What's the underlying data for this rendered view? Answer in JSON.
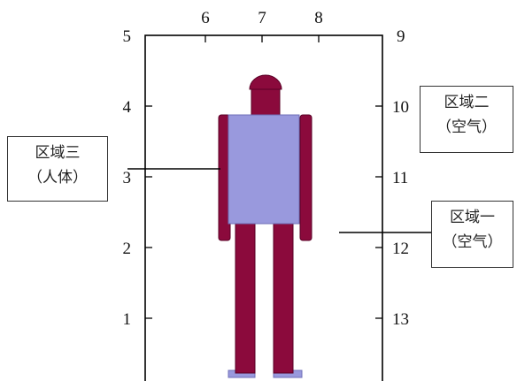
{
  "axes": {
    "top_ticks": [
      "6",
      "7",
      "8"
    ],
    "left_ticks": [
      "5",
      "4",
      "3",
      "2",
      "1"
    ],
    "right_ticks": [
      "9",
      "10",
      "11",
      "12",
      "13"
    ]
  },
  "callouts": {
    "region_three": {
      "line1": "区域三",
      "line2": "（人体）"
    },
    "region_two": {
      "line1": "区域二",
      "line2": "（空气）"
    },
    "region_one": {
      "line1": "区域一",
      "line2": "（空气）"
    }
  },
  "colors": {
    "body": "#8b0a3c",
    "body_outline": "#5a0026",
    "torso": "#9999dd",
    "torso_outline": "#6f6fb8",
    "frame": "#000000"
  }
}
